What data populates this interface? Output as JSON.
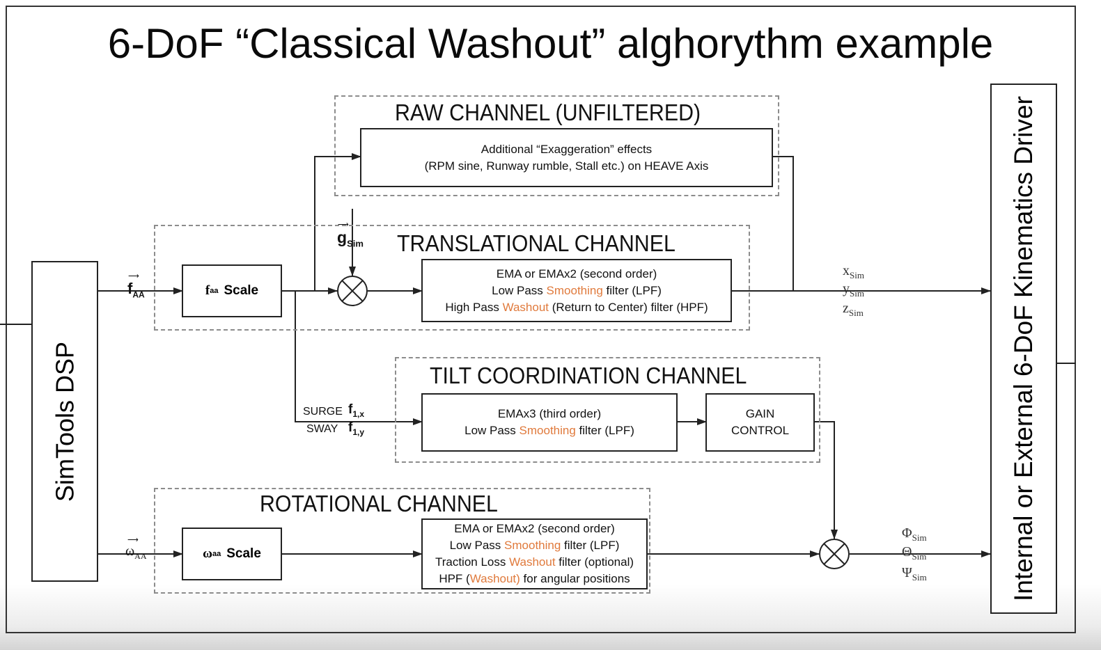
{
  "title": "6-DoF “Classical Washout” alghorythm example",
  "left_block": "SimTools DSP",
  "right_block": "Internal or External 6-DoF Kinematics Driver",
  "raw_channel": {
    "title": "RAW CHANNEL (UNFILTERED)",
    "box_line1": "Additional “Exaggeration” effects",
    "box_line2": "(RPM sine, Runway rumble, Stall etc.) on HEAVE Axis"
  },
  "translational_channel": {
    "title": "TRANSLATIONAL CHANNEL",
    "scale_label": "f",
    "scale_sub": "aa",
    "scale_word": "Scale",
    "line1": "EMA or EMAx2 (second order)",
    "line2_pre": "Low Pass ",
    "line2_hl": "Smoothing",
    "line2_post": " filter (LPF)",
    "line3_pre": "High Pass ",
    "line3_hl": "Washout",
    "line3_post": " (Return to Center) filter (HPF)"
  },
  "tilt_channel": {
    "title": "TILT COORDINATION CHANNEL",
    "line1": "EMAx3 (third order)",
    "line2_pre": "Low Pass ",
    "line2_hl": "Smoothing",
    "line2_post": " filter (LPF)",
    "gain_line1": "GAIN",
    "gain_line2": "CONTROL",
    "surge": "SURGE",
    "sway": "SWAY",
    "f1": "f",
    "f1x_sub": "1,x",
    "f1y_sub": "1,y"
  },
  "rotational_channel": {
    "title": "ROTATIONAL CHANNEL",
    "scale_label": "ω",
    "scale_sub": "aa",
    "scale_word": "Scale",
    "line1": "EMA or EMAx2 (second order)",
    "line2_pre": "Low Pass ",
    "line2_hl": "Smoothing",
    "line2_post": " filter (LPF)",
    "line3_pre": "Traction Loss ",
    "line3_hl": "Washout",
    "line3_post": " filter (optional)",
    "line4_pre": "HPF (",
    "line4_hl": "Washout)",
    "line4_post": " for angular positions"
  },
  "signals": {
    "f_in": "f",
    "f_in_sub": "AA",
    "omega_in": "ω",
    "omega_in_sub": "AA",
    "g": "g",
    "g_sub": "Sim",
    "x_out": "x",
    "y_out": "y",
    "z_out": "z",
    "phi_out": "Φ",
    "theta_out": "Θ",
    "psi_out": "Ψ",
    "sim_sub": "Sim"
  },
  "colors": {
    "highlight": "#e07a3c",
    "dashed_border": "#8c8c8c",
    "line": "#222222"
  }
}
